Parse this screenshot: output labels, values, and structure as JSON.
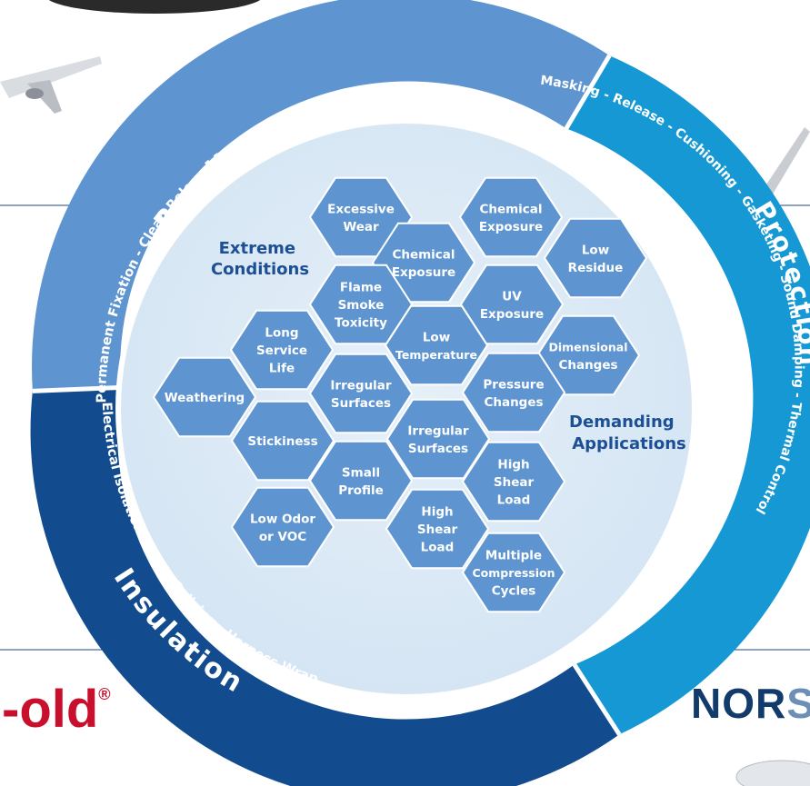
{
  "segments": {
    "bonding": {
      "title": "Bonding",
      "subtitle": "Permanent Fixation - Clean Release - High Strength - Transfer Tapes",
      "color": "#5e95d1"
    },
    "protection": {
      "title": "Protection",
      "subtitle": "Masking - Release - Cushioning - Gasketing - Sound Damping - Thermal Control",
      "color": "#1598d3"
    },
    "insulation": {
      "title": "Insulation",
      "subtitle": "Electrical Isolation - Cable Splicing - Harness Wrap",
      "color": "#124c8e"
    }
  },
  "center": {
    "left_title": [
      "Extreme",
      "Conditions"
    ],
    "right_title": [
      "Demanding",
      "Applications"
    ],
    "title_color": "#1c4f93",
    "hex_color": "#5e95d1",
    "bg_color": "#dbe9f6"
  },
  "hexagons": [
    {
      "id": "excessive-wear",
      "lines": [
        "Excessive",
        "Wear"
      ]
    },
    {
      "id": "chemical-exposure-top",
      "lines": [
        "Chemical",
        "Exposure"
      ]
    },
    {
      "id": "chemical-exposure-mid",
      "lines": [
        "Chemical",
        "Exposure"
      ]
    },
    {
      "id": "low-residue",
      "lines": [
        "Low",
        "Residue"
      ]
    },
    {
      "id": "flame-smoke-toxicity",
      "lines": [
        "Flame",
        "Smoke",
        "Toxicity"
      ]
    },
    {
      "id": "uv-exposure",
      "lines": [
        "UV",
        "Exposure"
      ]
    },
    {
      "id": "long-service-life",
      "lines": [
        "Long",
        "Service",
        "Life"
      ]
    },
    {
      "id": "low-temperature",
      "lines": [
        "Low",
        "Temperature"
      ]
    },
    {
      "id": "dimensional-changes",
      "lines": [
        "Dimensional",
        "Changes"
      ]
    },
    {
      "id": "weathering",
      "lines": [
        "Weathering"
      ]
    },
    {
      "id": "irregular-surfaces-left",
      "lines": [
        "Irregular",
        "Surfaces"
      ]
    },
    {
      "id": "pressure-changes",
      "lines": [
        "Pressure",
        "Changes"
      ]
    },
    {
      "id": "stickiness",
      "lines": [
        "Stickiness"
      ]
    },
    {
      "id": "irregular-surfaces-mid",
      "lines": [
        "Irregular",
        "Surfaces"
      ]
    },
    {
      "id": "small-profile",
      "lines": [
        "Small",
        "Profile"
      ]
    },
    {
      "id": "high-shear-load-right",
      "lines": [
        "High",
        "Shear",
        "Load"
      ]
    },
    {
      "id": "low-odor-voc",
      "lines": [
        "Low Odor",
        "or VOC"
      ]
    },
    {
      "id": "high-shear-load-mid",
      "lines": [
        "High",
        "Shear",
        "Load"
      ]
    },
    {
      "id": "multiple-compression-cycles",
      "lines": [
        "Multiple",
        "Compression",
        "Cycles"
      ]
    }
  ],
  "logos": {
    "left_fragment": "-old",
    "left_registered": "®",
    "right_fragment_dark": "NOR",
    "right_fragment_light": "S"
  }
}
